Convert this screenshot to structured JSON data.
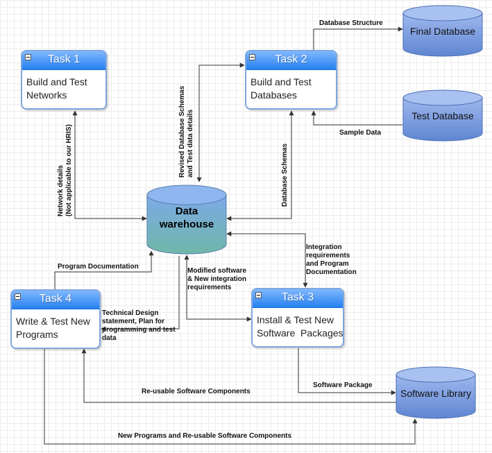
{
  "tasks": {
    "task1": {
      "title": "Task 1",
      "line1": "Build and Test",
      "line2": "Networks"
    },
    "task2": {
      "title": "Task 2",
      "line1": "Build and Test",
      "line2": "Databases"
    },
    "task3": {
      "title": "Task 3",
      "line1": "Install & Test New",
      "line2": "Software  Packages"
    },
    "task4": {
      "title": "Task 4",
      "line1": "Write & Test New",
      "line2": "Programs"
    }
  },
  "stores": {
    "data_warehouse": {
      "line1": "Data",
      "line2": "warehouse"
    },
    "final_database": "Final Database",
    "test_database": "Test Database",
    "software_library": "Software Library"
  },
  "flows": {
    "network_details": {
      "line1": "Network details",
      "line2": "(Not applicable to our HRIS)"
    },
    "revised_schemas": {
      "line1": "Revised Database  Schemas",
      "line2": "and Test data details"
    },
    "database_schemas": "Database Schemas",
    "database_structure": "Database Structure",
    "sample_data": "Sample Data",
    "integration": {
      "line1": "Integration",
      "line2": "requirements",
      "line3": "and Program",
      "line4": "Documentation"
    },
    "modified_software": {
      "line1": "Modified software",
      "line2": "& New integration",
      "line3": "requirements"
    },
    "program_documentation": "Program Documentation",
    "technical_design": {
      "line1": "Technical Design",
      "line2": "statement, Plan for",
      "line3": "programming and test",
      "line4": "data"
    },
    "software_package": "Software Package",
    "reusable_components": "Re-usable Software Components",
    "new_programs": "New Programs and Re-usable Software Components"
  },
  "colors": {
    "task_header": "#2680f0",
    "task_border": "#7ea6e0",
    "db_fill": "#7f9fdc",
    "warehouse_top": "#7da9e8",
    "warehouse_bottom": "#6fb7a8",
    "line": "#333333"
  }
}
